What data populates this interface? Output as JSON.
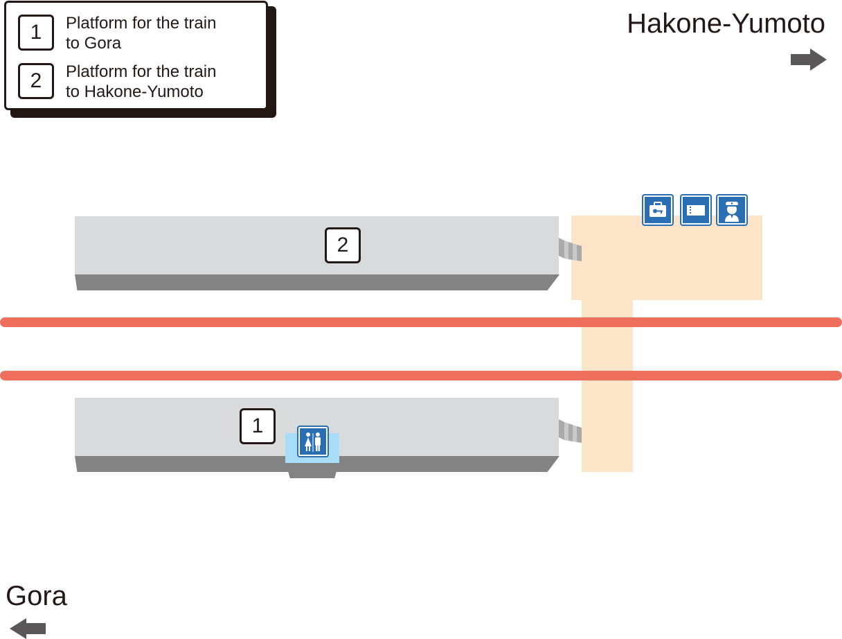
{
  "legend": {
    "items": [
      {
        "number": "1",
        "line1": "Platform for the train",
        "line2": "to Gora"
      },
      {
        "number": "2",
        "line1": "Platform for the train",
        "line2": "to Hakone-Yumoto"
      }
    ]
  },
  "directions": {
    "right": {
      "label": "Hakone-Yumoto",
      "arrow": "arrow-right-icon"
    },
    "left": {
      "label": "Gora",
      "arrow": "arrow-left-icon"
    }
  },
  "platforms": {
    "upper": {
      "number": "2"
    },
    "lower": {
      "number": "1"
    }
  },
  "facilities": [
    {
      "name": "coin-locker-icon"
    },
    {
      "name": "ticket-machine-icon"
    },
    {
      "name": "station-staff-icon"
    },
    {
      "name": "restroom-icon"
    }
  ],
  "colors": {
    "rail": "#ee6f5b",
    "concourse": "#fce4c8",
    "platform": "#d9dadc",
    "platform_edge": "#838383",
    "restroom_area": "#a9dcf7",
    "icon_blue": "#2a6fb4",
    "arrow": "#595757",
    "text": "#231815"
  }
}
